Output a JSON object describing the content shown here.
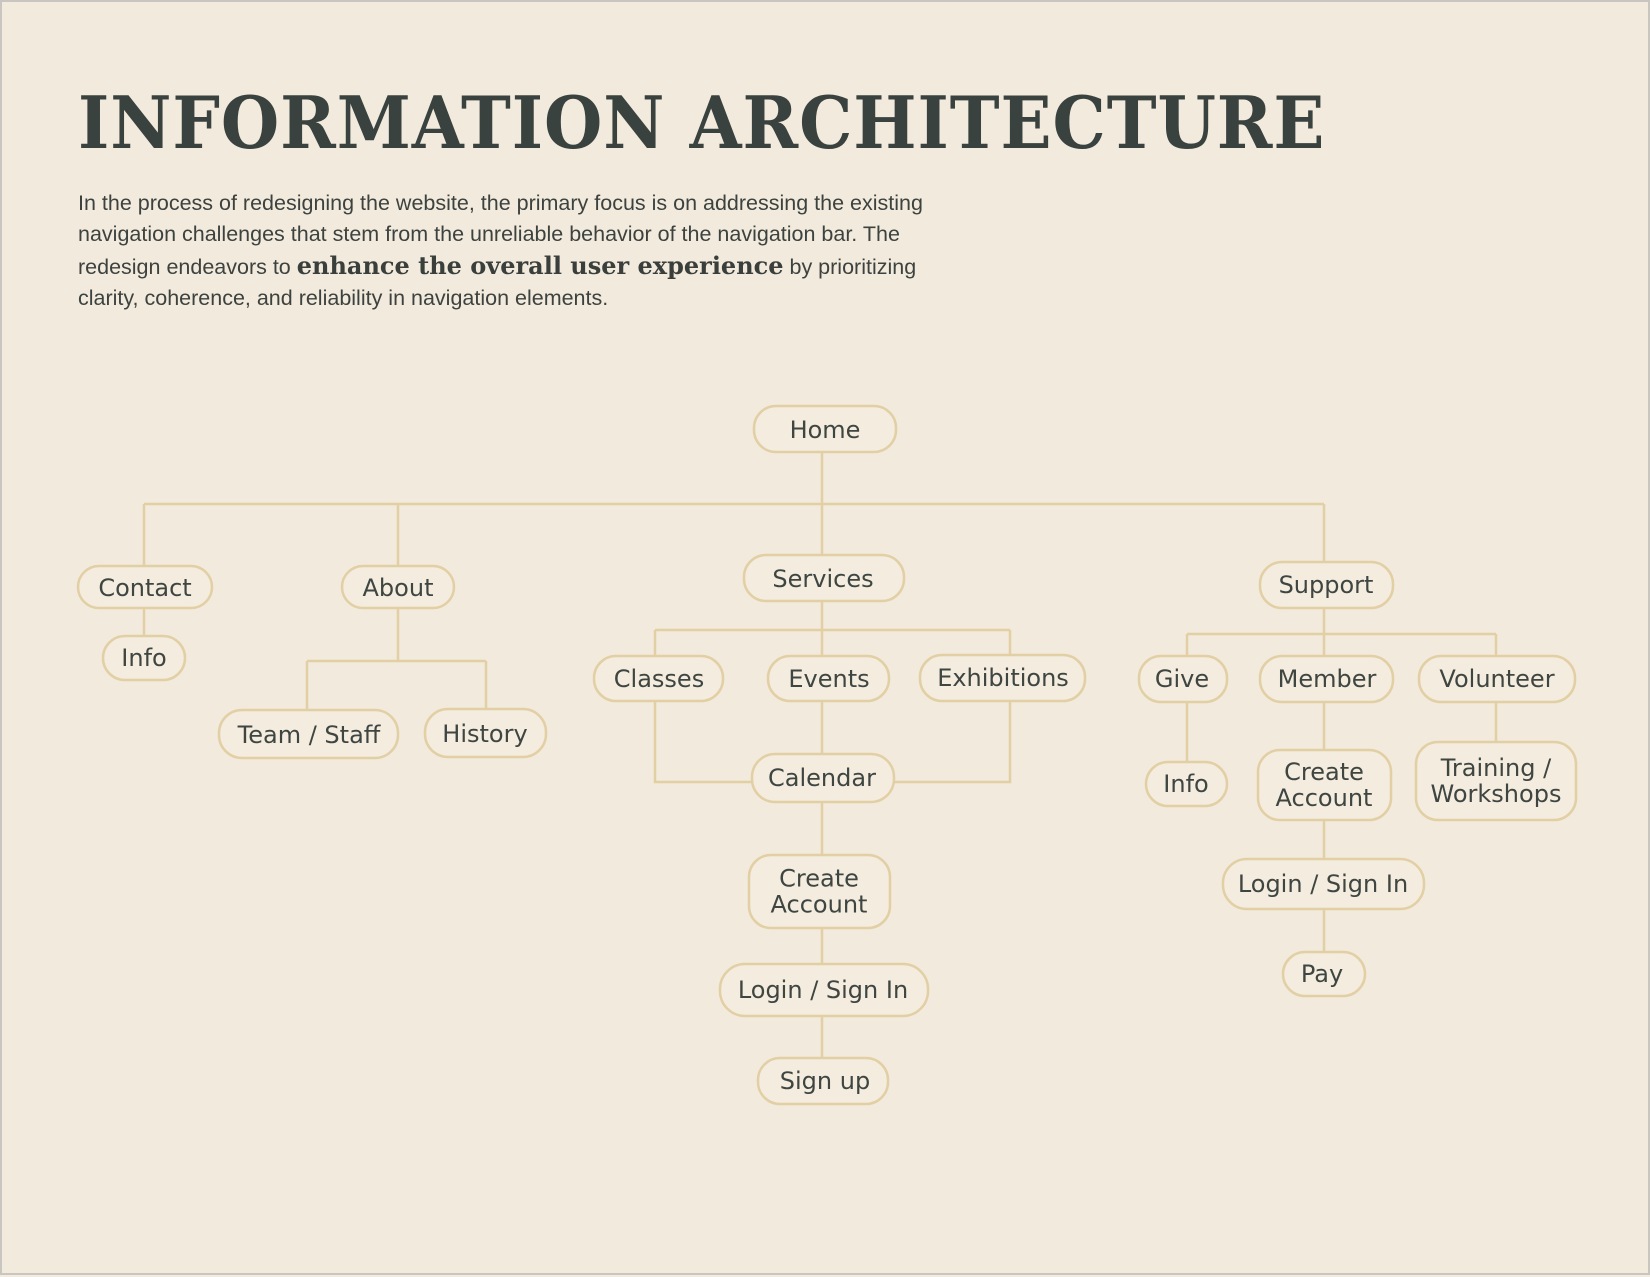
{
  "title": "INFORMATION ARCHITECTURE",
  "intro": {
    "part1": "In the process of redesigning the website, the primary focus is on addressing the existing navigation challenges that stem from the unreliable behavior of the navigation bar. The redesign endeavors to ",
    "emphasis": "enhance the overall user experience",
    "part2": " by prioritizing clarity, coherence, and reliability in navigation elements."
  },
  "sitemap": {
    "home": "Home",
    "contact": "Contact",
    "contact_info": "Info",
    "about": "About",
    "team_staff": "Team / Staff",
    "history": "History",
    "services": "Services",
    "classes": "Classes",
    "events": "Events",
    "exhibitions": "Exhibitions",
    "calendar": "Calendar",
    "services_create_account": "Create Account",
    "services_login": "Login / Sign In",
    "sign_up": "Sign up",
    "support": "Support",
    "give": "Give",
    "give_info": "Info",
    "member": "Member",
    "volunteer": "Volunteer",
    "member_create_account": "Create Account",
    "training_workshops": "Training / Workshops",
    "member_login": "Login / Sign In",
    "pay": "Pay"
  },
  "colors": {
    "background": "#f1eadd",
    "node_border": "#e2cfa4",
    "text": "#3f4541"
  }
}
